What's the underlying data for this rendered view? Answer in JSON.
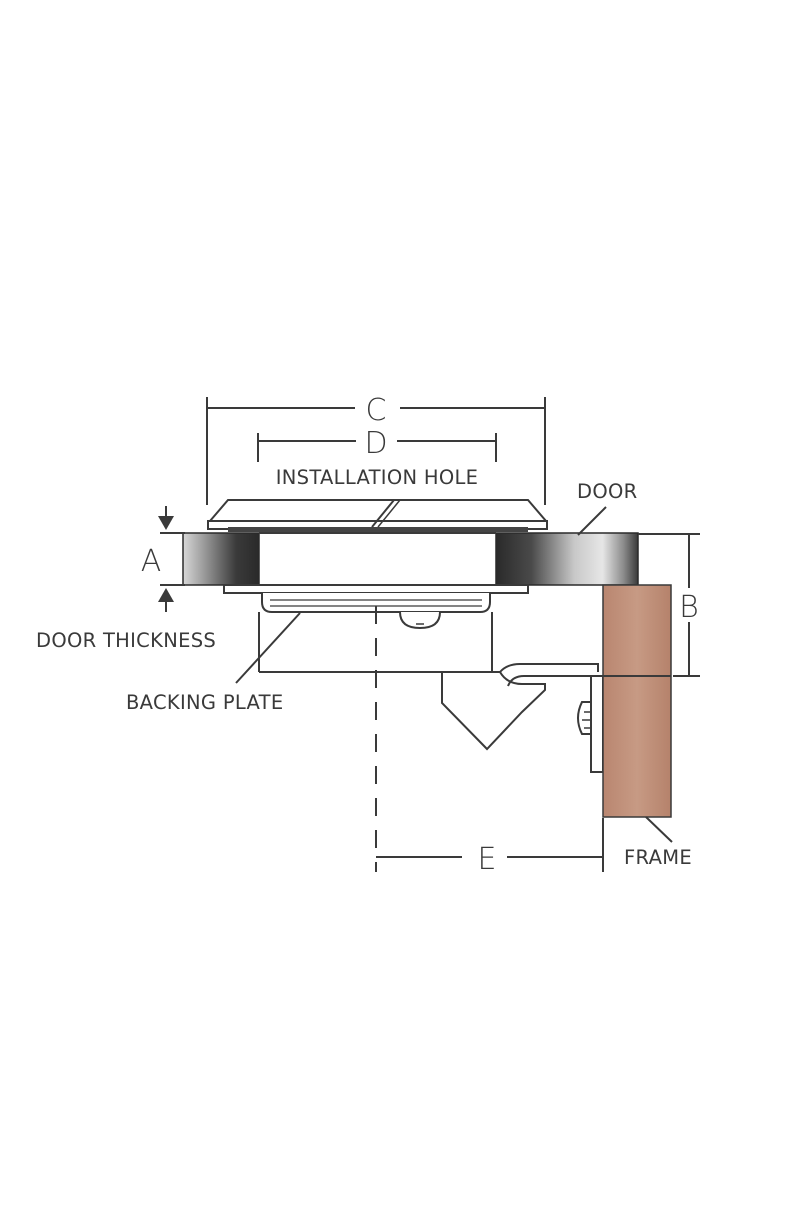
{
  "diagram": {
    "dimensions": {
      "a": "A",
      "b": "B",
      "c": "C",
      "d": "D",
      "e": "E"
    },
    "labels": {
      "installation_hole": "INSTALLATION HOLE",
      "door": "DOOR",
      "door_thickness": "DOOR THICKNESS",
      "backing_plate": "BACKING PLATE",
      "frame": "FRAME"
    },
    "colors": {
      "line": "#3a3a3a",
      "frame_wood": "#c08f78",
      "door_dark": "#2e2e2e",
      "door_light": "#d9d9d9"
    }
  }
}
